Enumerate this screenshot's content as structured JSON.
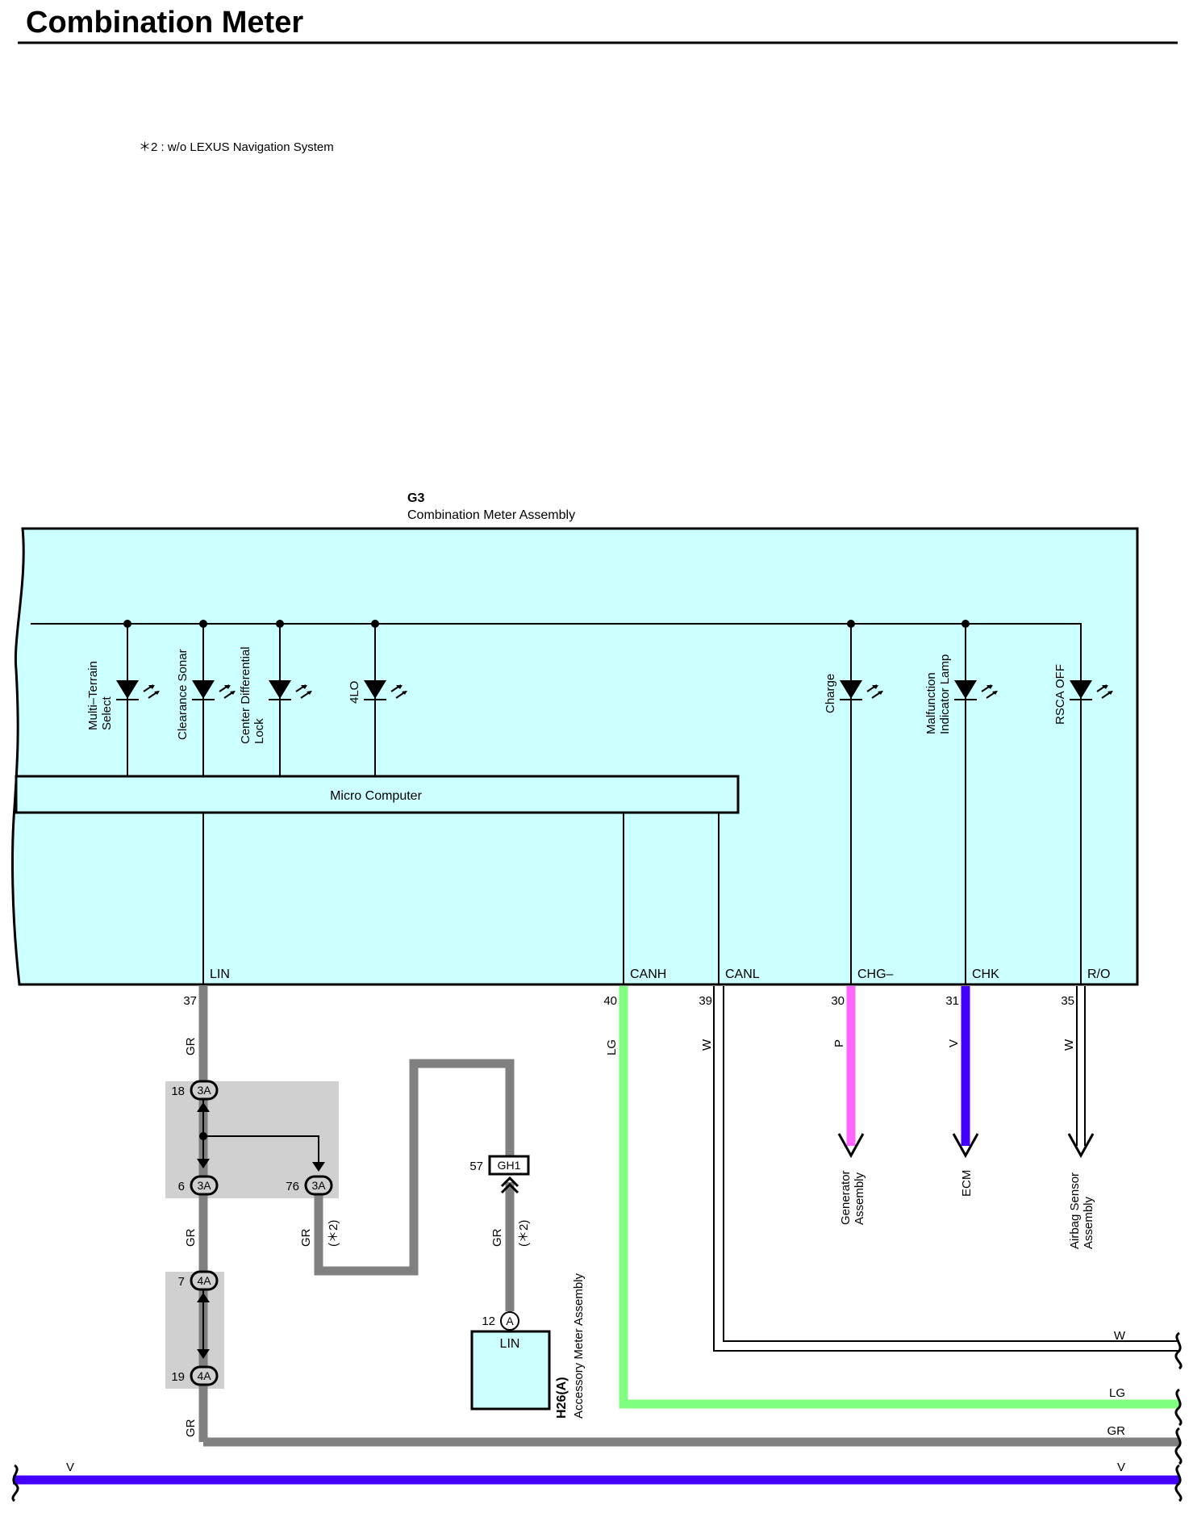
{
  "title": "Combination Meter",
  "note": "＊2 : w/o LEXUS Navigation System",
  "component": {
    "code": "G3",
    "name": "Combination Meter Assembly",
    "micro_computer": "Micro Computer",
    "bg_color": "#ccffff"
  },
  "leds": {
    "multi_terrain": [
      "Multi–Terrain",
      "Select"
    ],
    "clearance_sonar": [
      "Clearance Sonar"
    ],
    "center_diff": [
      "Center Differential",
      "Lock"
    ],
    "fourlo": [
      "4LO"
    ],
    "charge": [
      "Charge"
    ],
    "malfunction": [
      "Malfunction",
      "Indicator Lamp"
    ],
    "rsca": [
      "RSCA OFF"
    ]
  },
  "terminals": {
    "lin": "LIN",
    "canh": "CANH",
    "canl": "CANL",
    "chg": "CHG–",
    "chk": "CHK",
    "ro": "R/O"
  },
  "pins": {
    "lin": "37",
    "canh": "40",
    "canl": "39",
    "chg": "30",
    "chk": "31",
    "ro": "35"
  },
  "wire_colors": {
    "lin": "GR",
    "canh": "LG",
    "canl": "W",
    "chg": "P",
    "chk": "V",
    "ro": "W"
  },
  "connectors": {
    "c18": {
      "pin": "18",
      "label": "3A"
    },
    "c6": {
      "pin": "6",
      "label": "3A"
    },
    "c76": {
      "pin": "76",
      "label": "3A"
    },
    "c7": {
      "pin": "7",
      "label": "4A"
    },
    "c19": {
      "pin": "19",
      "label": "4A"
    },
    "gh1": {
      "pin": "57",
      "label": "GH1"
    },
    "a12": {
      "pin": "12",
      "label": "A"
    }
  },
  "branch_labels": {
    "gr_mid": "GR",
    "gr_76": "GR",
    "star_76": "(＊2)",
    "gr_gh1": "GR",
    "star_gh1": "(＊2)",
    "gr_bottom": "GR"
  },
  "destinations": {
    "generator": [
      "Generator",
      "Assembly"
    ],
    "ecm": [
      "ECM"
    ],
    "airbag": [
      "Airbag Sensor",
      "Assembly"
    ]
  },
  "accessory": {
    "code": "H26(A)",
    "name": "Accessory Meter Assembly",
    "terminal": "LIN"
  },
  "bus_labels": {
    "w": "W",
    "lg": "LG",
    "gr": "GR",
    "v_left": "V",
    "v_right": "V"
  },
  "colors": {
    "GR": "#808080",
    "LG": "#80ff80",
    "P": "#ff66ff",
    "V": "#4400ff",
    "W": "#ffffff"
  }
}
